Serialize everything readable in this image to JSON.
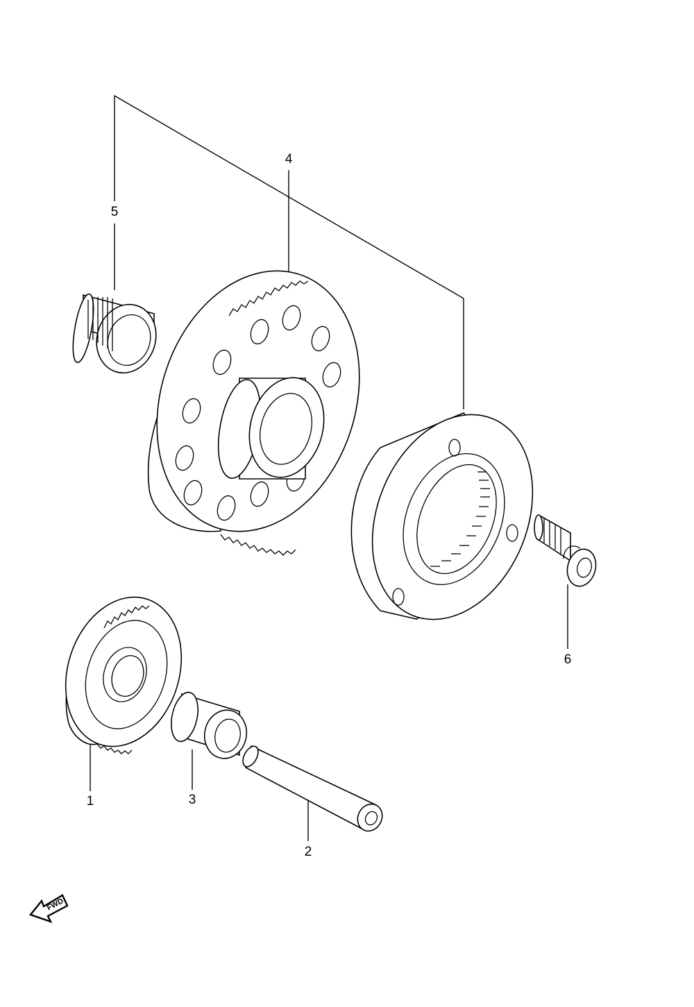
{
  "callouts": [
    {
      "id": "callout-1",
      "text": "1"
    },
    {
      "id": "callout-2",
      "text": "2"
    },
    {
      "id": "callout-3",
      "text": "3"
    },
    {
      "id": "callout-4",
      "text": "4"
    },
    {
      "id": "callout-5",
      "text": "5"
    },
    {
      "id": "callout-6",
      "text": "6"
    }
  ],
  "fwd_badge": {
    "text": "FWD"
  },
  "colors": {
    "line": "#000000",
    "background": "#ffffff"
  }
}
